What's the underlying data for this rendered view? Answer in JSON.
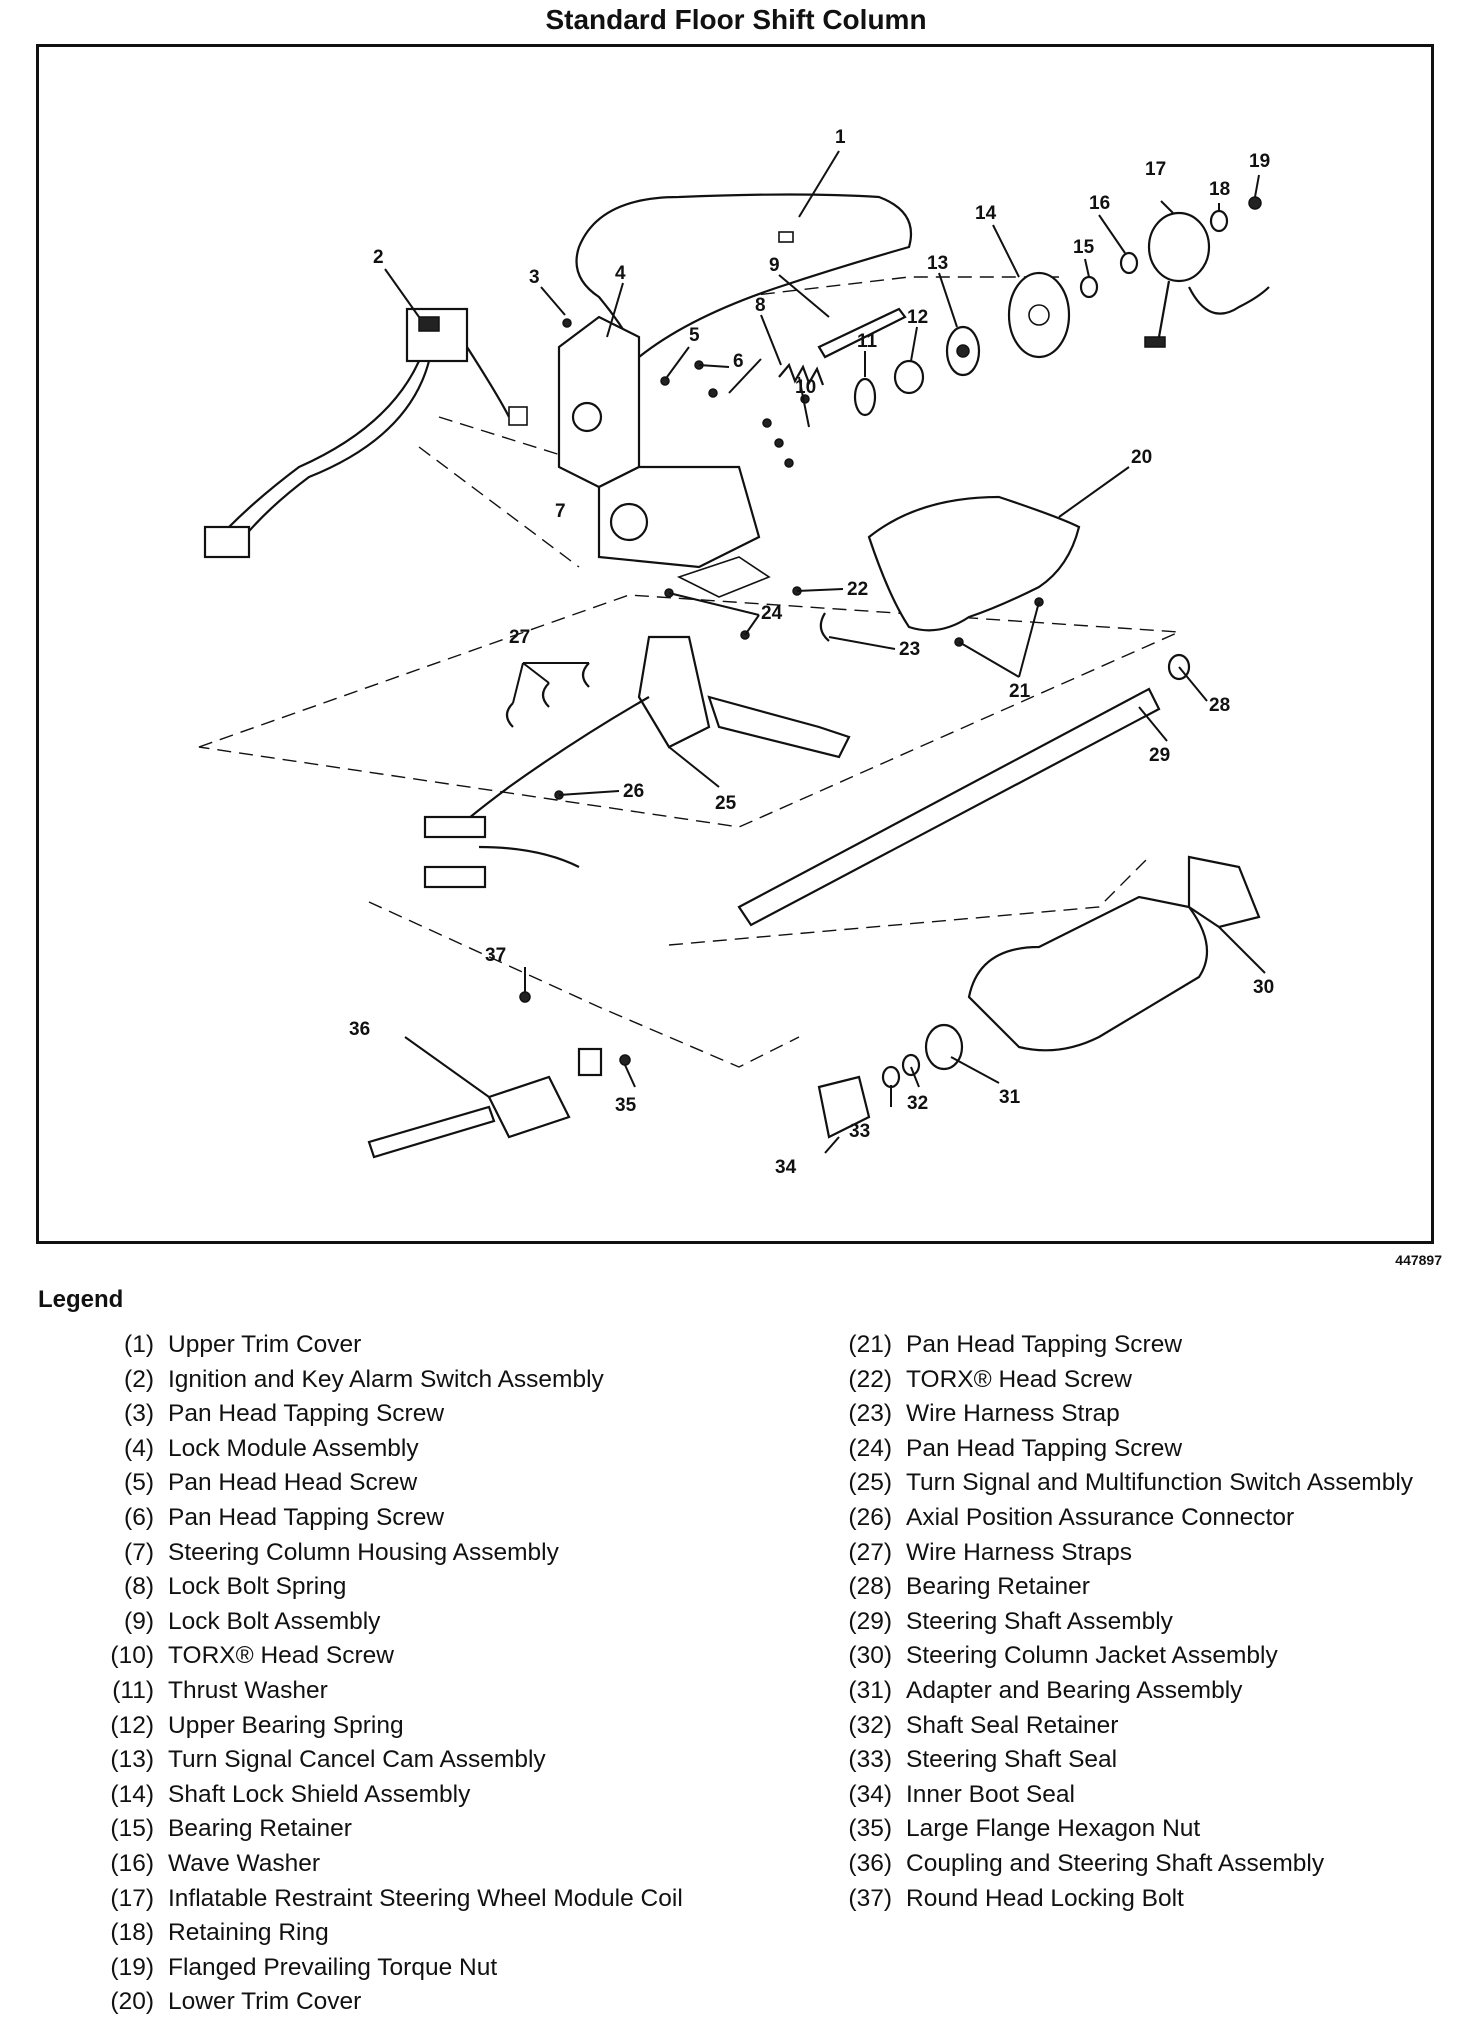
{
  "title": "Standard Floor Shift Column",
  "figure_number": "447897",
  "legend": {
    "heading": "Legend",
    "items_left": [
      {
        "num": "(1)",
        "text": "Upper Trim Cover"
      },
      {
        "num": "(2)",
        "text": "Ignition and Key Alarm Switch Assembly"
      },
      {
        "num": "(3)",
        "text": "Pan Head Tapping Screw"
      },
      {
        "num": "(4)",
        "text": "Lock Module Assembly"
      },
      {
        "num": "(5)",
        "text": "Pan Head Head Screw"
      },
      {
        "num": "(6)",
        "text": "Pan Head Tapping Screw"
      },
      {
        "num": "(7)",
        "text": "Steering Column Housing Assembly"
      },
      {
        "num": "(8)",
        "text": "Lock Bolt Spring"
      },
      {
        "num": "(9)",
        "text": "Lock Bolt Assembly"
      },
      {
        "num": "(10)",
        "text": "TORX® Head Screw"
      },
      {
        "num": "(11)",
        "text": "Thrust Washer"
      },
      {
        "num": "(12)",
        "text": "Upper Bearing Spring"
      },
      {
        "num": "(13)",
        "text": "Turn Signal Cancel Cam Assembly"
      },
      {
        "num": "(14)",
        "text": "Shaft Lock Shield Assembly"
      },
      {
        "num": "(15)",
        "text": "Bearing Retainer"
      },
      {
        "num": "(16)",
        "text": "Wave Washer"
      },
      {
        "num": "(17)",
        "text": "Inflatable Restraint Steering Wheel Module Coil"
      },
      {
        "num": "(18)",
        "text": "Retaining Ring"
      },
      {
        "num": "(19)",
        "text": "Flanged Prevailing Torque Nut"
      },
      {
        "num": "(20)",
        "text": "Lower Trim Cover"
      }
    ],
    "items_right": [
      {
        "num": "(21)",
        "text": "Pan Head Tapping Screw"
      },
      {
        "num": "(22)",
        "text": "TORX® Head Screw"
      },
      {
        "num": "(23)",
        "text": "Wire Harness Strap"
      },
      {
        "num": "(24)",
        "text": "Pan Head Tapping Screw"
      },
      {
        "num": "(25)",
        "text": "Turn Signal and Multifunction Switch Assembly"
      },
      {
        "num": "(26)",
        "text": "Axial Position Assurance Connector"
      },
      {
        "num": "(27)",
        "text": "Wire Harness Straps"
      },
      {
        "num": "(28)",
        "text": "Bearing Retainer"
      },
      {
        "num": "(29)",
        "text": "Steering Shaft Assembly"
      },
      {
        "num": "(30)",
        "text": "Steering Column Jacket Assembly"
      },
      {
        "num": "(31)",
        "text": "Adapter and Bearing Assembly"
      },
      {
        "num": "(32)",
        "text": "Shaft Seal Retainer"
      },
      {
        "num": "(33)",
        "text": "Steering Shaft Seal"
      },
      {
        "num": "(34)",
        "text": "Inner Boot Seal"
      },
      {
        "num": "(35)",
        "text": "Large Flange Hexagon Nut"
      },
      {
        "num": "(36)",
        "text": "Coupling and Steering Shaft Assembly"
      },
      {
        "num": "(37)",
        "text": "Round Head Locking Bolt"
      }
    ]
  },
  "callouts": [
    "1",
    "2",
    "3",
    "4",
    "5",
    "6",
    "7",
    "8",
    "9",
    "10",
    "11",
    "12",
    "13",
    "14",
    "15",
    "16",
    "17",
    "18",
    "19",
    "20",
    "21",
    "22",
    "23",
    "24",
    "25",
    "26",
    "27",
    "28",
    "29",
    "30",
    "31",
    "32",
    "33",
    "34",
    "35",
    "36",
    "37"
  ]
}
